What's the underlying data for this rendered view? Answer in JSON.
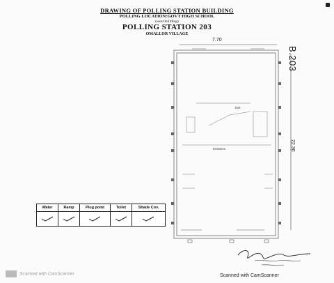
{
  "header": {
    "line1": "DRAWING OF POLLING STATION BUILDING",
    "line2": "POLLING LOCATION:GOVT HIGH SCHOOL",
    "line3": "(west building)",
    "line4": "POLLING STATION 203",
    "line5": "OMALLOR VILLAGE"
  },
  "dimensions": {
    "width": "7.70",
    "length": "22.30"
  },
  "station_code": "B.203",
  "plan_labels": {
    "exit": "Exit",
    "entrance": "Entrance"
  },
  "checklist": {
    "headers": [
      "Water",
      "Ramp",
      "Plug point",
      "Toilet",
      "Shade Cov."
    ],
    "ticks": [
      true,
      true,
      true,
      true,
      true
    ]
  },
  "footer": {
    "scan_left": "Scanned with CamScanner",
    "scan_right": "Scanned with CamScanner"
  }
}
